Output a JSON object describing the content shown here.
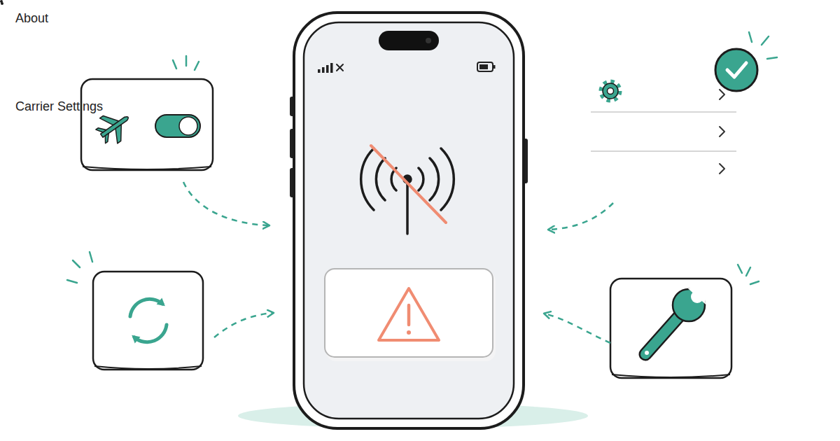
{
  "diagram": {
    "nodes": [
      {
        "text": [
          "Carrier Settings"
        ]
      },
      {
        "text": [
          "About"
        ],
        "in": 0
      }
    ]
  }
}
